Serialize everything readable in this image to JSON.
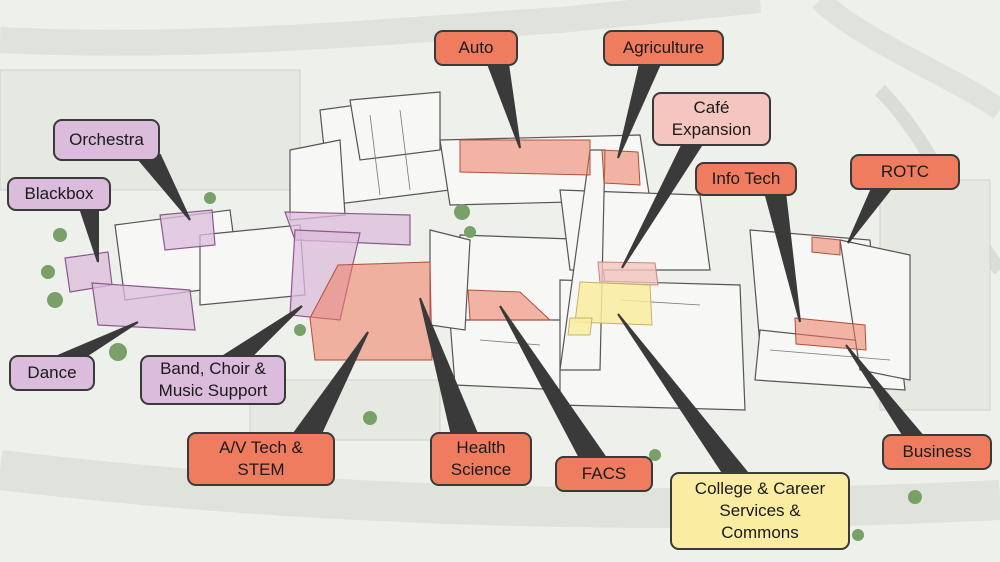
{
  "labels": {
    "auto": "Auto",
    "agriculture": "Agriculture",
    "cafe_expansion": "Café\nExpansion",
    "orchestra": "Orchestra",
    "blackbox": "Blackbox",
    "info_tech": "Info Tech",
    "rotc": "ROTC",
    "dance": "Dance",
    "band_choir": "Band, Choir &\nMusic Support",
    "av_tech": "A/V Tech &\nSTEM",
    "health_science": "Health\nScience",
    "facs": "FACS",
    "college_career": "College & Career\nServices &\nCommons",
    "business": "Business"
  },
  "colors": {
    "performing_arts": "#dcbcdc",
    "career_tech": "#f07c60",
    "cafe": "#f4c6bf",
    "commons": "#faeca0",
    "outline": "#3a3a3a"
  }
}
